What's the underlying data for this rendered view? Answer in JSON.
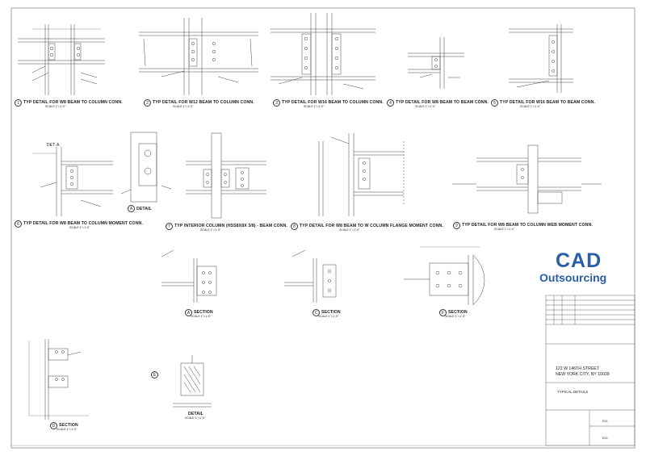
{
  "details": [
    {
      "num": "1",
      "title": "TYP DETAIL FOR W8 BEAM TO COLUMN CONN.",
      "scale": "SCALE 1\"=1'-0\""
    },
    {
      "num": "2",
      "title": "TYP DETAIL FOR W12 BEAM TO COLUMN CONN.",
      "scale": "SCALE 1\"=1'-0\""
    },
    {
      "num": "3",
      "title": "TYP DETAIL FOR W16 BEAM TO COLUMN CONN.",
      "scale": "SCALE 1\"=1'-0\""
    },
    {
      "num": "4",
      "title": "TYP DETAIL FOR W8 BEAM TO BEAM CONN.",
      "scale": "SCALE 1\"=1'-0\""
    },
    {
      "num": "5",
      "title": "TYP DETAIL FOR W16 BEAM TO BEAM CONN.",
      "scale": "SCALE 1\"=1'-0\""
    },
    {
      "num": "6",
      "title": "TYP DETAIL FOR W8 BEAM TO COLUMN MOMENT CONN.",
      "scale": "SCALE 1\"=1'-0\""
    },
    {
      "num": "7",
      "title": "TYP INTERIOR COLUMN (HSS8X8X 3/8) - BEAM CONN.",
      "scale": "SCALE 1\"=1'-0\""
    },
    {
      "num": "8",
      "title": "TYP DETAIL FOR W8 BEAM TO W COLUMN FLANGE MOMENT CONN.",
      "scale": "SCALE 1\"=1'-0\""
    },
    {
      "num": "9",
      "title": "TYP DETAIL FOR W8 BEAM TO COLUMN WEB MOMENT CONN.",
      "scale": "SCALE 1\"=1'-0\""
    }
  ],
  "sections": [
    {
      "letter": "A",
      "title": "SECTION",
      "scale": "SCALE 1\"=1'-0\""
    },
    {
      "letter": "C",
      "title": "SECTION",
      "scale": "SCALE 1\"=1'-0\""
    },
    {
      "letter": "F",
      "title": "SECTION",
      "scale": "SCALE 1\"=1'-0\""
    },
    {
      "letter": "D",
      "title": "SECTION",
      "scale": "SCALE 1\"=1'-0\""
    }
  ],
  "detail_a": {
    "letter": "A",
    "title": "DETAIL"
  },
  "det_a_tag": "DET. A",
  "detail_e": {
    "letter": "E",
    "title": "DETAIL",
    "scale": "SCALE 1\"=1'-0\""
  },
  "logo": {
    "line1": "CAD",
    "line2": "Outsourcing",
    "color": "#2a5fa6"
  },
  "title_block": {
    "address_line1": "122 W 146TH STREET",
    "address_line2": "NEW YORK CITY, NY 10039",
    "sheet_title": "TYPICAL DETAILS",
    "sheet_no_1": "E11",
    "sheet_no_2": "E11"
  }
}
